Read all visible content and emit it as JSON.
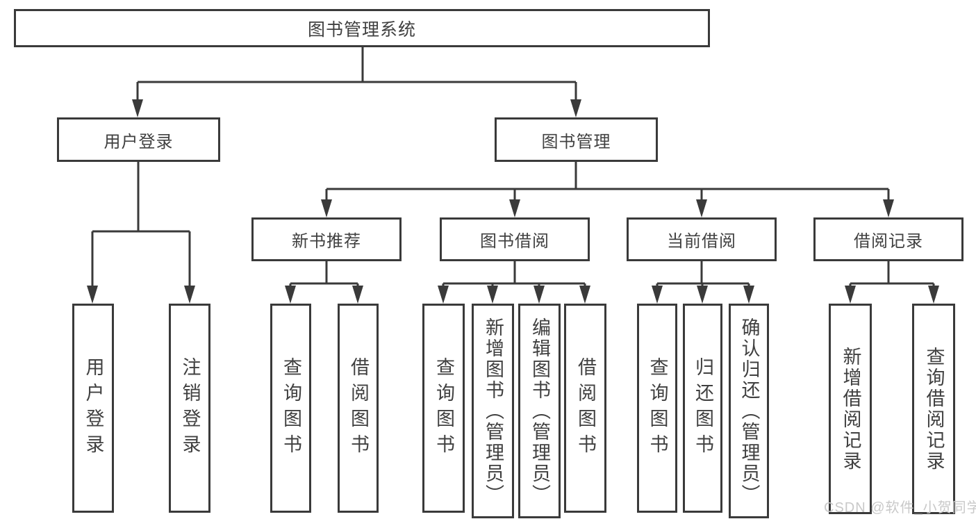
{
  "diagram": {
    "title_node": {
      "label": "图书管理系统"
    },
    "level2": [
      {
        "label": "用户登录"
      },
      {
        "label": "图书管理"
      }
    ],
    "level3": [
      {
        "label": "新书推荐"
      },
      {
        "label": "图书借阅"
      },
      {
        "label": "当前借阅"
      },
      {
        "label": "借阅记录"
      }
    ],
    "leaves": {
      "user": [
        "用户登录",
        "注销登录"
      ],
      "recommend": [
        "查询图书",
        "借阅图书"
      ],
      "borrow": [
        "查询图书",
        "新增图书（管理员）",
        "编辑图书（管理员）",
        "借阅图书"
      ],
      "current": [
        "查询图书",
        "归还图书",
        "确认归还（管理员）"
      ],
      "records": [
        "新增借阅记录",
        "查询借阅记录"
      ]
    }
  },
  "watermark": {
    "text": "CSDN @软件_小贺同学"
  },
  "colors": {
    "line": "#3a3a3a",
    "text": "#404040",
    "watermark": "#c9c9c9",
    "background": "#ffffff"
  }
}
